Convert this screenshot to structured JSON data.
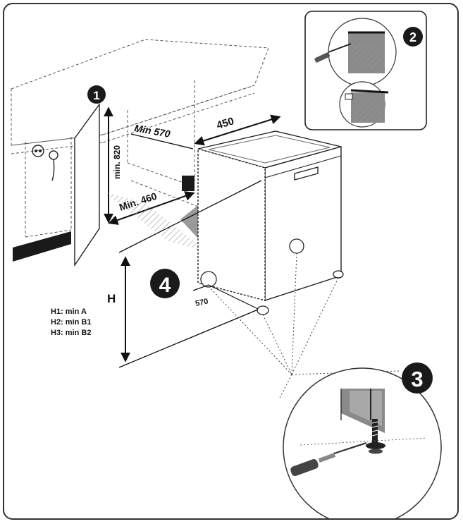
{
  "diagram": {
    "steps": {
      "step1": "1",
      "step2": "2",
      "step3": "3",
      "step4": "4"
    },
    "dimensions": {
      "cabinet_width": "Min 570",
      "opening_height": "min. 820",
      "depth_min": "Min. 460",
      "appliance_width": "450",
      "foot_offset": "570",
      "height_label": "H"
    },
    "height_legend": [
      "H1: min A",
      "H2: min B1",
      "H3: min B2"
    ],
    "colors": {
      "line": "#222222",
      "step_badge": "#1a1a1a",
      "panel_grey": "#8a8a8a",
      "arrow_grey": "#9a9a9a"
    }
  }
}
